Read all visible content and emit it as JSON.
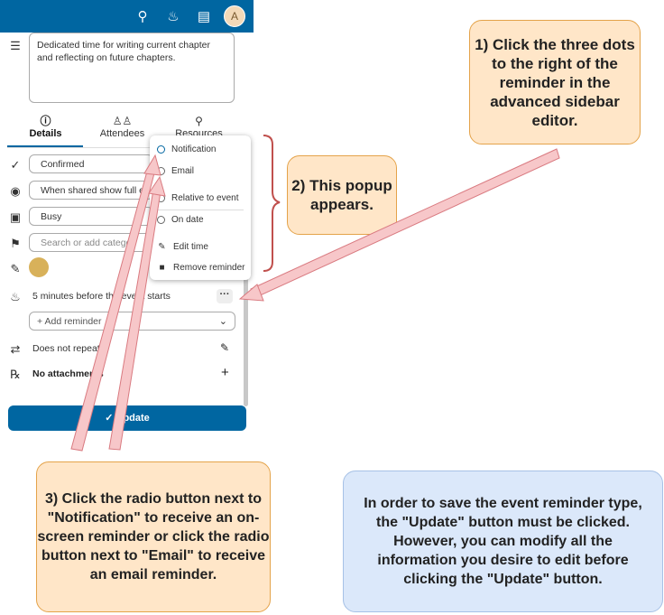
{
  "app": {
    "avatar_initial": "A",
    "description": "Dedicated time for writing current chapter and reflecting on future chapters.",
    "tabs": [
      {
        "label": "Details",
        "icon": "info-icon"
      },
      {
        "label": "Attendees",
        "icon": "people-icon"
      },
      {
        "label": "Resources",
        "icon": "pin-icon"
      }
    ],
    "fields": {
      "status": "Confirmed",
      "visibility": "When shared show full e",
      "busy": "Busy",
      "category_placeholder": "Search or add categor"
    },
    "reminder": {
      "text": "5 minutes before the event starts",
      "dots": "···",
      "add_placeholder": "+ Add reminder"
    },
    "repeat": "Does not repeat",
    "attachments": "No attachments",
    "update_label": "Update",
    "accent_color": "#0066a1",
    "event_color": "#d8b15a"
  },
  "popup": {
    "items": [
      {
        "label": "Notification",
        "kind": "radio"
      },
      {
        "label": "Email",
        "kind": "radio"
      },
      {
        "label": "Relative to event",
        "kind": "radio"
      },
      {
        "label": "On date",
        "kind": "radio"
      },
      {
        "label": "Edit time",
        "kind": "pencil-icon"
      },
      {
        "label": "Remove reminder",
        "kind": "trash-icon"
      }
    ]
  },
  "callouts": {
    "step1": "1) Click the three dots to the right of the reminder in the advanced sidebar editor.",
    "step2": "2) This popup appears.",
    "step3": "3) Click the radio button next to \"Notification\" to receive an on-screen reminder or click the radio button next to \"Email\" to receive an email reminder.",
    "note": "In order to save the event reminder type, the \"Update\" button must be clicked.  However, you can modify all the information you desire to edit before clicking the \"Update\" button."
  }
}
